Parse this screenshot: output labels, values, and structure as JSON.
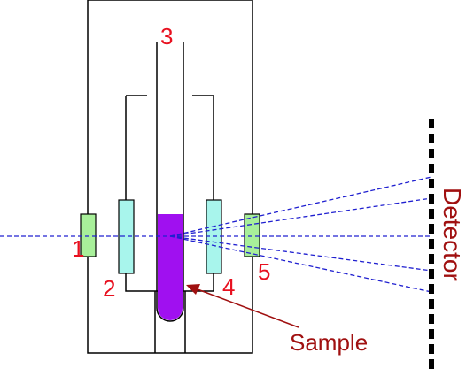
{
  "labels": {
    "num_1": "1",
    "num_2": "2",
    "num_3": "3",
    "num_4": "4",
    "num_5": "5",
    "sample": "Sample",
    "detector": "Detector"
  },
  "colors": {
    "label_number": "#e8101f",
    "label_word": "#a01010",
    "outline": "#000000",
    "window_green": "#a8f09a",
    "window_cyan": "#a8f5ec",
    "sample_fill": "#a010f0",
    "beam": "#2020d0"
  }
}
